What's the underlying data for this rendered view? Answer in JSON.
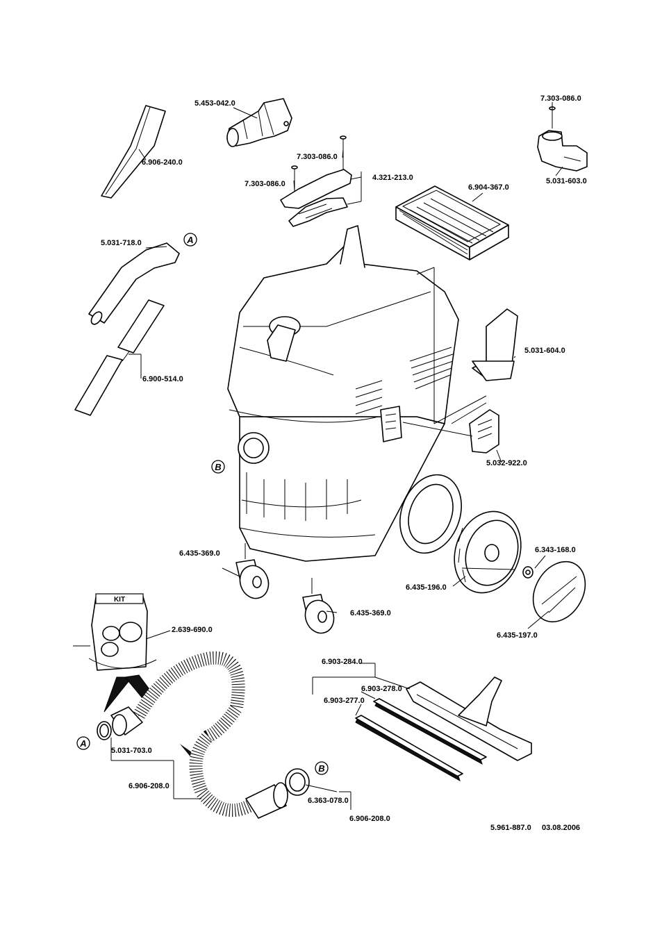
{
  "parts": {
    "p_5453042": "5.453-042.0",
    "p_6906240": "6.906-240.0",
    "p_7303086_a": "7.303-086.0",
    "p_7303086_b": "7.303-086.0",
    "p_7303086_c": "7.303-086.0",
    "p_4321213": "4.321-213.0",
    "p_5031603": "5.031-603.0",
    "p_6904367": "6.904-367.0",
    "p_5031718": "5.031-718.0",
    "p_6900514": "6.900-514.0",
    "p_5031604": "5.031-604.0",
    "p_5032922": "5.032-922.0",
    "p_6435369_a": "6.435-369.0",
    "p_6435369_b": "6.435-369.0",
    "p_6343168": "6.343-168.0",
    "p_6435196": "6.435-196.0",
    "p_6435197": "6.435-197.0",
    "p_2639690": "2.639-690.0",
    "p_6903284": "6.903-284.0",
    "p_6903278": "6.903-278.0",
    "p_6903277": "6.903-277.0",
    "p_5031703": "5.031-703.0",
    "p_6906208_a": "6.906-208.0",
    "p_6906208_b": "6.906-208.0",
    "p_6363078": "6.363-078.0"
  },
  "markers": {
    "a": "A",
    "b": "B"
  },
  "kit_label": "KIT",
  "footer": {
    "doc_number": "5.961-887.0",
    "date": "03.08.2006"
  }
}
